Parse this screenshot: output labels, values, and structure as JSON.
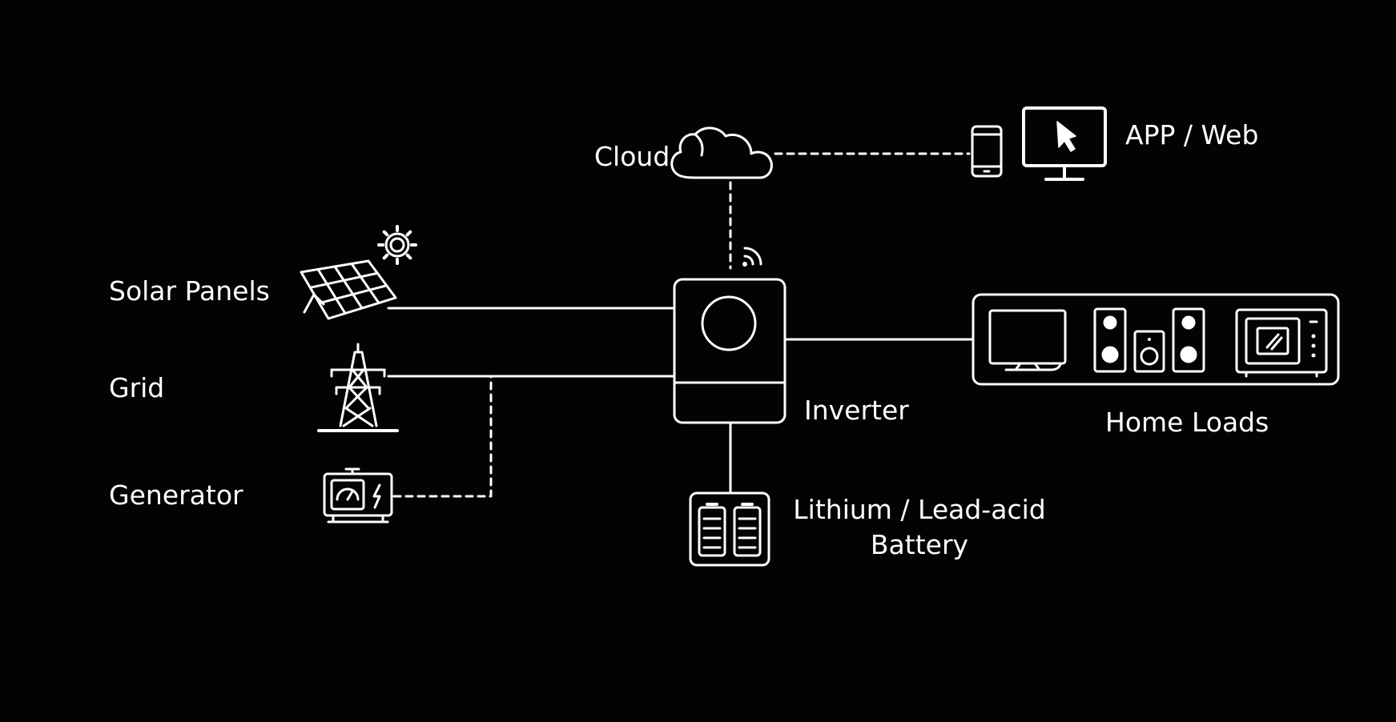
{
  "diagram": {
    "colors": {
      "background": "#030303",
      "foreground": "#ffffff"
    },
    "nodes": {
      "cloud": {
        "label": "Cloud",
        "icon": "cloud-icon"
      },
      "app_web": {
        "label": "APP / Web",
        "icons": [
          "smartphone-icon",
          "monitor-icon"
        ]
      },
      "solar_panels": {
        "label": "Solar Panels",
        "icons": [
          "solar-panel-icon",
          "sun-icon"
        ]
      },
      "grid": {
        "label": "Grid",
        "icon": "transmission-tower-icon"
      },
      "generator": {
        "label": "Generator",
        "icon": "generator-icon"
      },
      "inverter": {
        "label": "Inverter",
        "icons": [
          "inverter-icon",
          "wifi-icon"
        ]
      },
      "home_loads": {
        "label": "Home Loads",
        "icons": [
          "tv-icon",
          "speakers-icon",
          "microwave-icon"
        ]
      },
      "battery": {
        "label_line1": "Lithium / Lead-acid",
        "label_line2": "Battery",
        "icon": "battery-icon"
      }
    },
    "connections": [
      {
        "from": "solar_panels",
        "to": "inverter",
        "style": "solid"
      },
      {
        "from": "grid",
        "to": "inverter",
        "style": "solid"
      },
      {
        "from": "generator",
        "to": "grid",
        "style": "dashed"
      },
      {
        "from": "inverter",
        "to": "home_loads",
        "style": "solid"
      },
      {
        "from": "inverter",
        "to": "battery",
        "style": "solid"
      },
      {
        "from": "inverter",
        "to": "cloud",
        "style": "dashed"
      },
      {
        "from": "cloud",
        "to": "app_web",
        "style": "dashed"
      }
    ]
  }
}
